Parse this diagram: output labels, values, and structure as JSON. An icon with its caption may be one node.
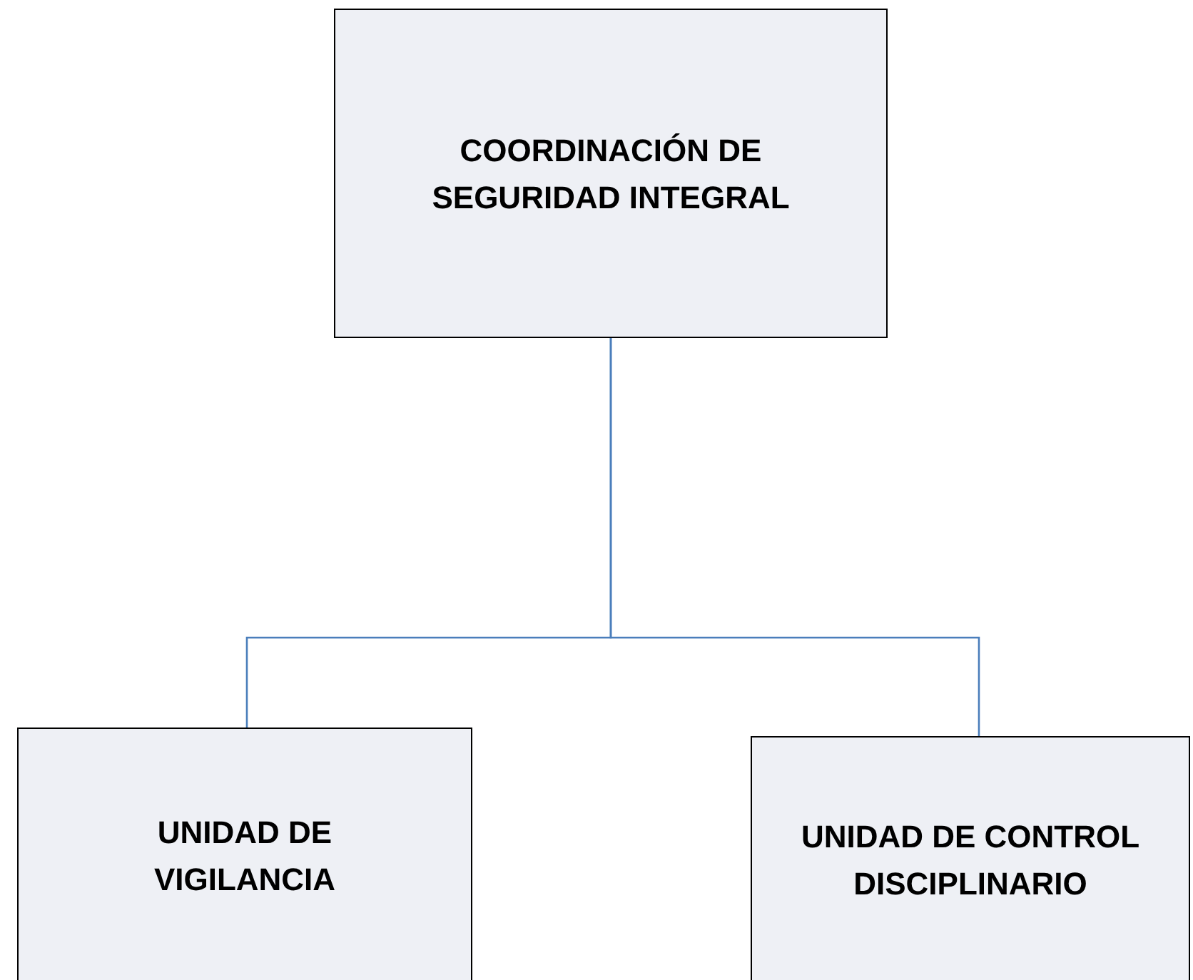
{
  "diagram": {
    "nodes": [
      {
        "text": [
          "COORDINACIÓN DE SEGURIDAD INTEGRAL"
        ]
      },
      {
        "text": [
          "UNIDAD DE VIGILANCIA"
        ]
      },
      {
        "text": [
          "UNIDAD DE CONTROL DISCIPLINARIO"
        ]
      }
    ],
    "edges": [
      {
        "from": 0,
        "to": 1,
        "arrow": "none"
      },
      {
        "from": 0,
        "to": 2,
        "arrow": "none"
      }
    ]
  }
}
